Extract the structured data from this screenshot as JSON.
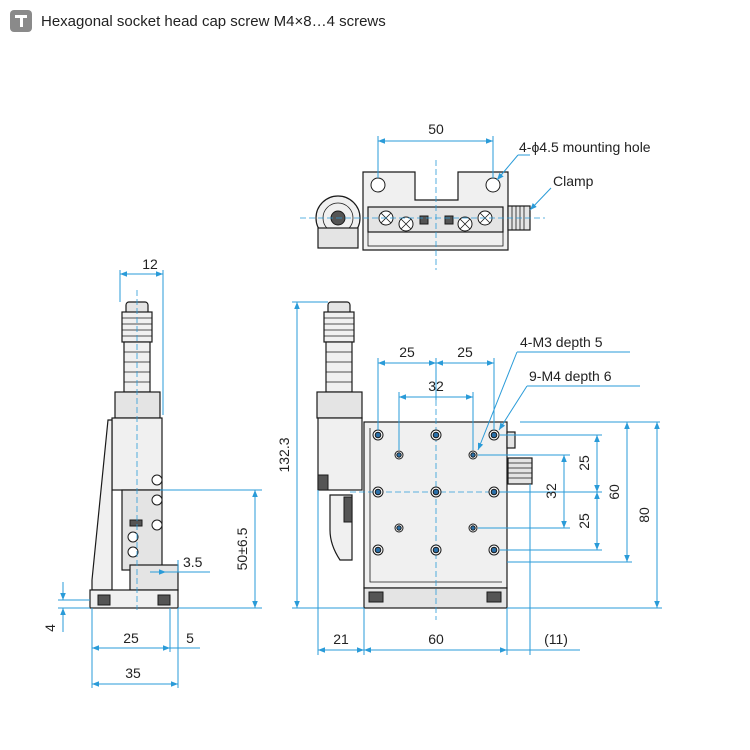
{
  "header": {
    "icon": "screw-tool-icon",
    "text": "Hexagonal socket head cap screw M4×8…4 screws"
  },
  "labels": {
    "mounting_hole": "4-ϕ4.5 mounting hole",
    "clamp": "Clamp",
    "m3": "4-M3 depth 5",
    "m4": "9-M4 depth 6"
  },
  "dims": {
    "top_50": "50",
    "side_12": "12",
    "front_25a": "25",
    "front_25b": "25",
    "front_32": "32",
    "h_132": "132.3",
    "v_25a": "25",
    "v_32": "32",
    "v_25b": "25",
    "v_60": "60",
    "v_80": "80",
    "side_3_5": "3.5",
    "side_50": "50±6.5",
    "side_4": "4",
    "side_25": "25",
    "side_5": "5",
    "side_35": "35",
    "bot_21": "21",
    "bot_60": "60",
    "bot_11": "(11)"
  },
  "colors": {
    "dimension": "#2a9bd8",
    "hole": "#2a6fa8"
  }
}
